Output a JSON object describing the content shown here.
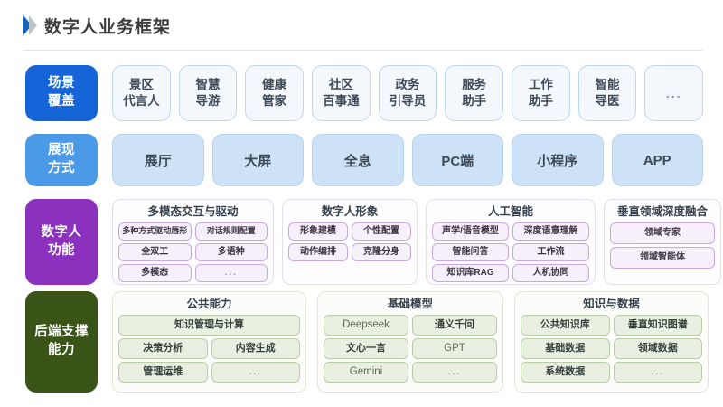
{
  "header": {
    "title": "数字人业务框架",
    "icon_primary": "chevron-right-icon",
    "icon_secondary": "chevron-right-icon"
  },
  "colors": {
    "scene_label": "#1565d8",
    "display_label": "#4a9ae8",
    "function_label": "#8b31bd",
    "backend_label": "#3a5418",
    "scene_item_bg": "#f4f8fd",
    "display_item_bg": "#cde2f6",
    "purple_chip_bg": "#f6f0fb",
    "green_chip_bg": "#e9f0e2"
  },
  "rows": {
    "scene": {
      "label_line1": "场景",
      "label_line2": "覆盖",
      "items": [
        {
          "line1": "景区",
          "line2": "代言人"
        },
        {
          "line1": "智慧",
          "line2": "导游"
        },
        {
          "line1": "健康",
          "line2": "管家"
        },
        {
          "line1": "社区",
          "line2": "百事通"
        },
        {
          "line1": "政务",
          "line2": "引导员"
        },
        {
          "line1": "服务",
          "line2": "助手"
        },
        {
          "line1": "工作",
          "line2": "助手"
        },
        {
          "line1": "智能",
          "line2": "导医"
        },
        {
          "line1": "...",
          "line2": ""
        }
      ]
    },
    "display": {
      "label_line1": "展现",
      "label_line2": "方式",
      "items": [
        "展厅",
        "大屏",
        "全息",
        "PC端",
        "小程序",
        "APP"
      ]
    },
    "functions": {
      "label_line1": "数字人",
      "label_line2": "功能",
      "cards": [
        {
          "title": "多模态交互与驱动",
          "chips": [
            {
              "text": "多种方式驱动唇形",
              "span": "half",
              "lines": 2
            },
            {
              "text": "对话规则配置",
              "span": "half",
              "lines": 2
            },
            {
              "text": "全双工",
              "span": "half",
              "lines": 1
            },
            {
              "text": "多语种",
              "span": "half",
              "lines": 1
            },
            {
              "text": "多模态",
              "span": "half",
              "lines": 1
            },
            {
              "text": "...",
              "span": "half",
              "lines": 1,
              "dots": true
            }
          ]
        },
        {
          "title": "数字人形象",
          "chips": [
            {
              "text": "形象建模",
              "span": "half",
              "lines": 1
            },
            {
              "text": "个性配置",
              "span": "half",
              "lines": 1
            },
            {
              "text": "动作编排",
              "span": "half",
              "lines": 1
            },
            {
              "text": "克隆分身",
              "span": "half",
              "lines": 1
            }
          ]
        },
        {
          "title": "人工智能",
          "chips": [
            {
              "text": "声学/语音模型",
              "span": "half",
              "lines": 1
            },
            {
              "text": "深度语意理解",
              "span": "half",
              "lines": 1
            },
            {
              "text": "智能问答",
              "span": "half",
              "lines": 1
            },
            {
              "text": "工作流",
              "span": "half",
              "lines": 1
            },
            {
              "text": "知识库RAG",
              "span": "half",
              "lines": 1
            },
            {
              "text": "人机协同",
              "span": "half",
              "lines": 1
            }
          ]
        },
        {
          "title": "垂直领域深度融合",
          "chips": [
            {
              "text": "领域专家",
              "span": "full",
              "lines": 1
            },
            {
              "text": "领域智能体",
              "span": "full",
              "lines": 1
            }
          ]
        }
      ]
    },
    "backend": {
      "label_line1": "后端支撑",
      "label_line2": "能力",
      "cards": [
        {
          "title": "公共能力",
          "chips": [
            {
              "text": "知识管理与计算",
              "span": "full"
            },
            {
              "text": "决策分析",
              "span": "half"
            },
            {
              "text": "内容生成",
              "span": "half"
            },
            {
              "text": "管理运维",
              "span": "half"
            },
            {
              "text": "...",
              "span": "half",
              "dots": true
            }
          ]
        },
        {
          "title": "基础模型",
          "chips": [
            {
              "text": "Deepseek",
              "span": "half",
              "latin": true
            },
            {
              "text": "通义千问",
              "span": "half"
            },
            {
              "text": "文心一言",
              "span": "half"
            },
            {
              "text": "GPT",
              "span": "half",
              "latin": true
            },
            {
              "text": "Gemini",
              "span": "half",
              "latin": true
            },
            {
              "text": "...",
              "span": "half",
              "dots": true
            }
          ]
        },
        {
          "title": "知识与数据",
          "chips": [
            {
              "text": "公共知识库",
              "span": "half"
            },
            {
              "text": "垂直知识图谱",
              "span": "half"
            },
            {
              "text": "基础数据",
              "span": "half"
            },
            {
              "text": "领域数据",
              "span": "half"
            },
            {
              "text": "系统数据",
              "span": "half"
            },
            {
              "text": "...",
              "span": "half",
              "dots": true
            }
          ]
        }
      ]
    }
  }
}
